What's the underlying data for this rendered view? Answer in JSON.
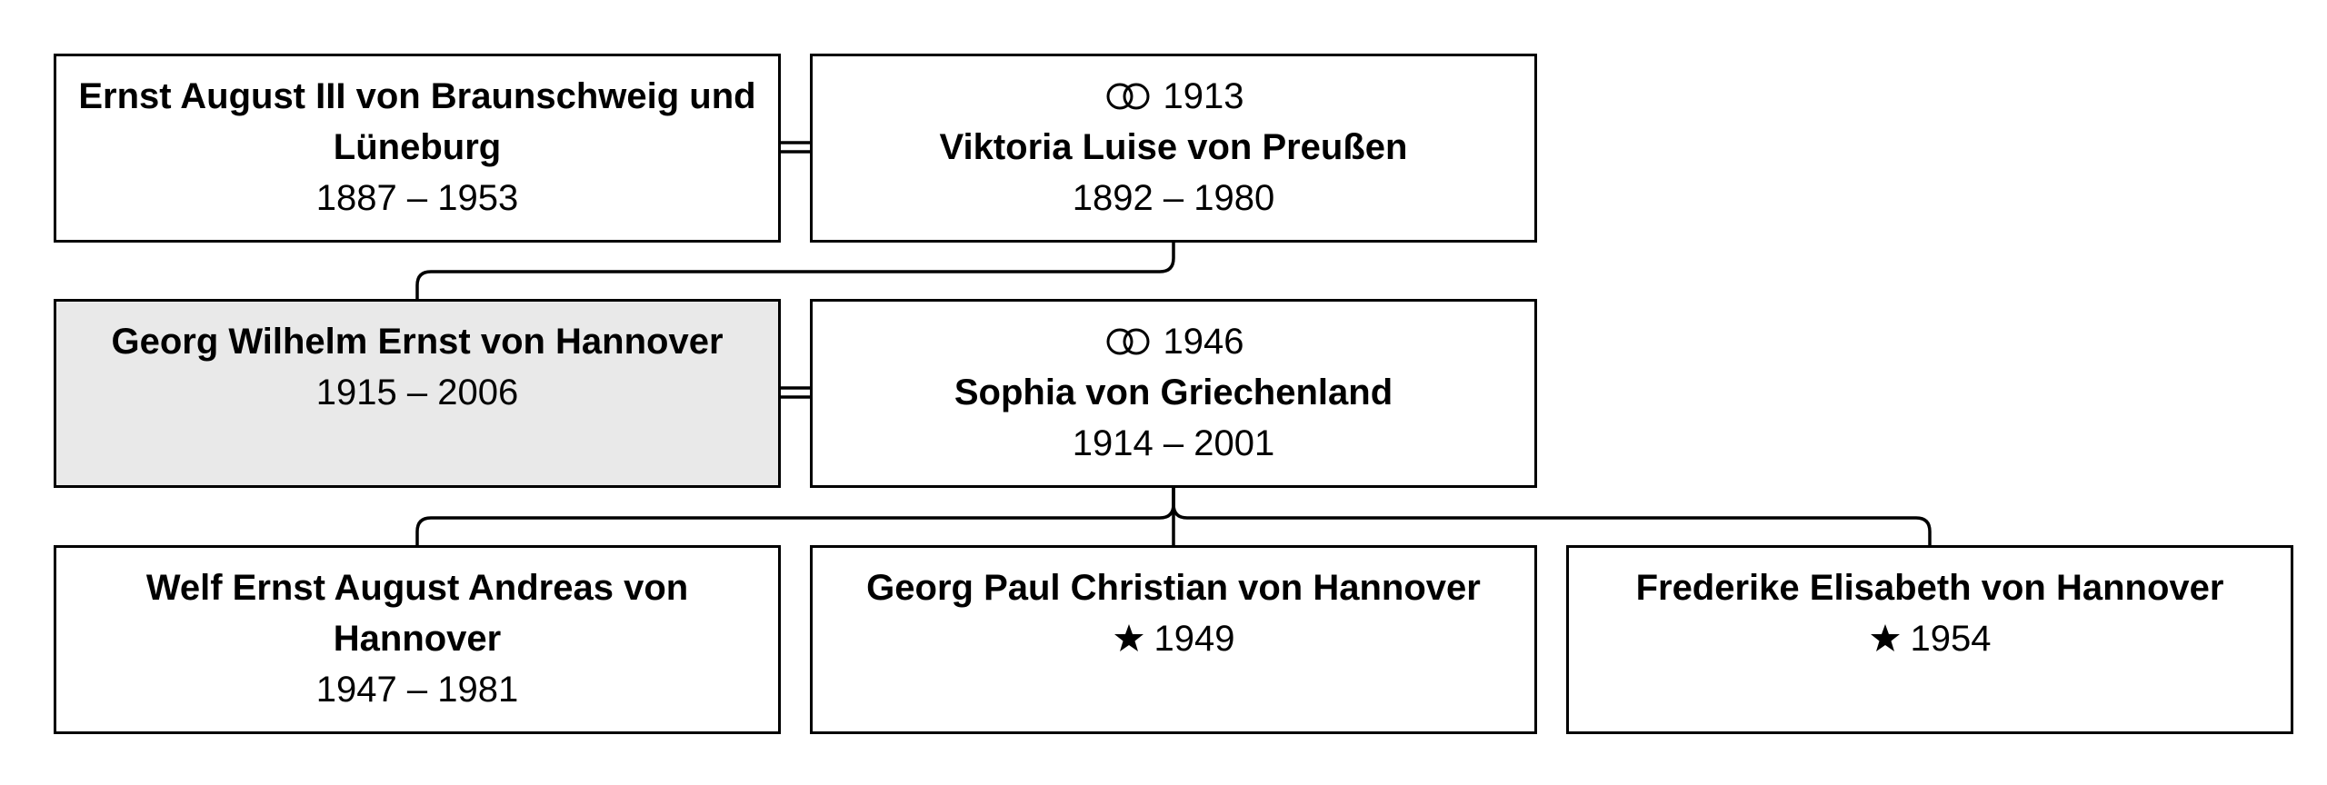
{
  "generation1": {
    "husband": {
      "name": "Ernst August III von Braunschweig und Lüneburg",
      "dates": "1887 – 1953"
    },
    "wife": {
      "marriage_year": "1913",
      "name": "Viktoria Luise von Preußen",
      "dates": "1892 – 1980"
    }
  },
  "generation2": {
    "husband": {
      "name": "Georg Wilhelm Ernst von Hannover",
      "dates": "1915 – 2006"
    },
    "wife": {
      "marriage_year": "1946",
      "name": "Sophia von Griechenland",
      "dates": "1914 – 2001"
    }
  },
  "generation3": {
    "children": [
      {
        "name": "Welf Ernst August Andreas von Hannover",
        "dates": "1947 – 1981"
      },
      {
        "name": "Georg Paul Christian von Hannover",
        "birth_year": "1949"
      },
      {
        "name": "Frederike Elisabeth von Hannover",
        "birth_year": "1954"
      }
    ]
  },
  "icons": {
    "marriage": "wedding-rings-icon",
    "birth": "star-icon"
  },
  "colors": {
    "highlight_background": "#e9e9e9",
    "line": "#000000"
  }
}
